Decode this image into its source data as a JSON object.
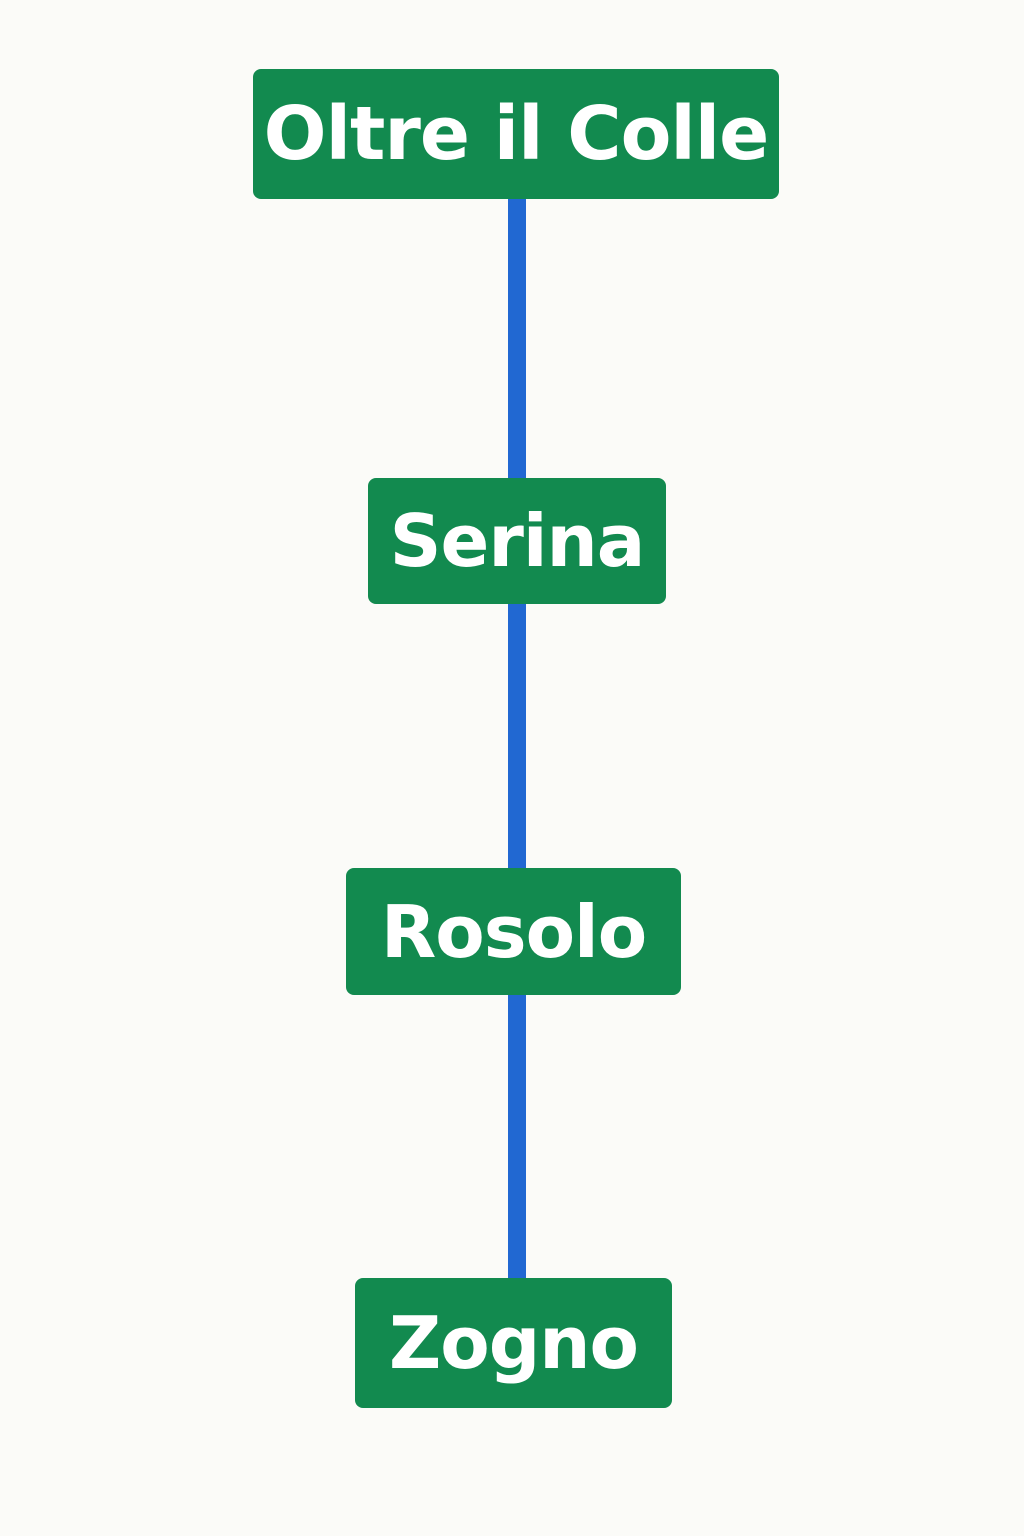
{
  "colors": {
    "background": "#fbfbf8",
    "station_fill": "#128a4f",
    "station_text": "#ffffff",
    "line": "#2168d2"
  },
  "stations": [
    {
      "name": "Oltre il Colle"
    },
    {
      "name": "Serina"
    },
    {
      "name": "Rosolo"
    },
    {
      "name": "Zogno"
    }
  ]
}
